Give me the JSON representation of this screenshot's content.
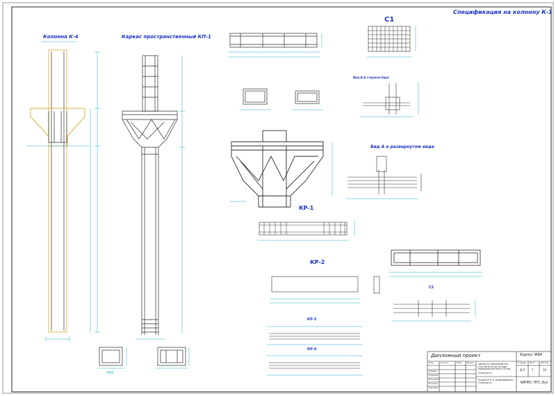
{
  "sheet": {
    "title_top_right": "Спецификация на колонну К-1",
    "colors": {
      "frame": "#333333",
      "blue": "#1c33c8",
      "cyan": "#16a9c6",
      "drawing": "#2a2a2a",
      "highlight": "#d9b23a"
    }
  },
  "labels": {
    "column": "Колонна К-4",
    "frame": "Каркас пространственный КП-1",
    "c1": "С1",
    "view_a_small": "Вид А-А стержня бара",
    "view_a_large": "Вид А в развернутом виде",
    "kr1": "КР-1",
    "kr2": "КР-2",
    "kr3": "КР-3",
    "kr4": "КР-4",
    "c2": "С2",
    "dim_600": "600"
  },
  "title_block": {
    "project": "Дипломный проект",
    "sheet_code": "Корпус ЖБК",
    "description": "Завод по производству утеплителя на основе минеральной ваты Q/год",
    "section": "Спецчасть",
    "drawing_title": "Колонна К-4. Армирование. Спецчасть",
    "stage": "Д.П.",
    "sheet_no": "7",
    "sheets_total": "10",
    "org": "ЧИПКС ПГС-Зсз",
    "col_stage": "Стадия",
    "col_sheet": "Лист",
    "col_sheets": "Листов",
    "row_labels": [
      "Изм.",
      "Кол.уч",
      "Лист",
      "№ док.",
      "Подп.",
      "Дата"
    ],
    "people": [
      "Разраб.",
      "Руковод.",
      "Консульт.",
      "Н.контр.",
      "Зав.каф."
    ]
  }
}
